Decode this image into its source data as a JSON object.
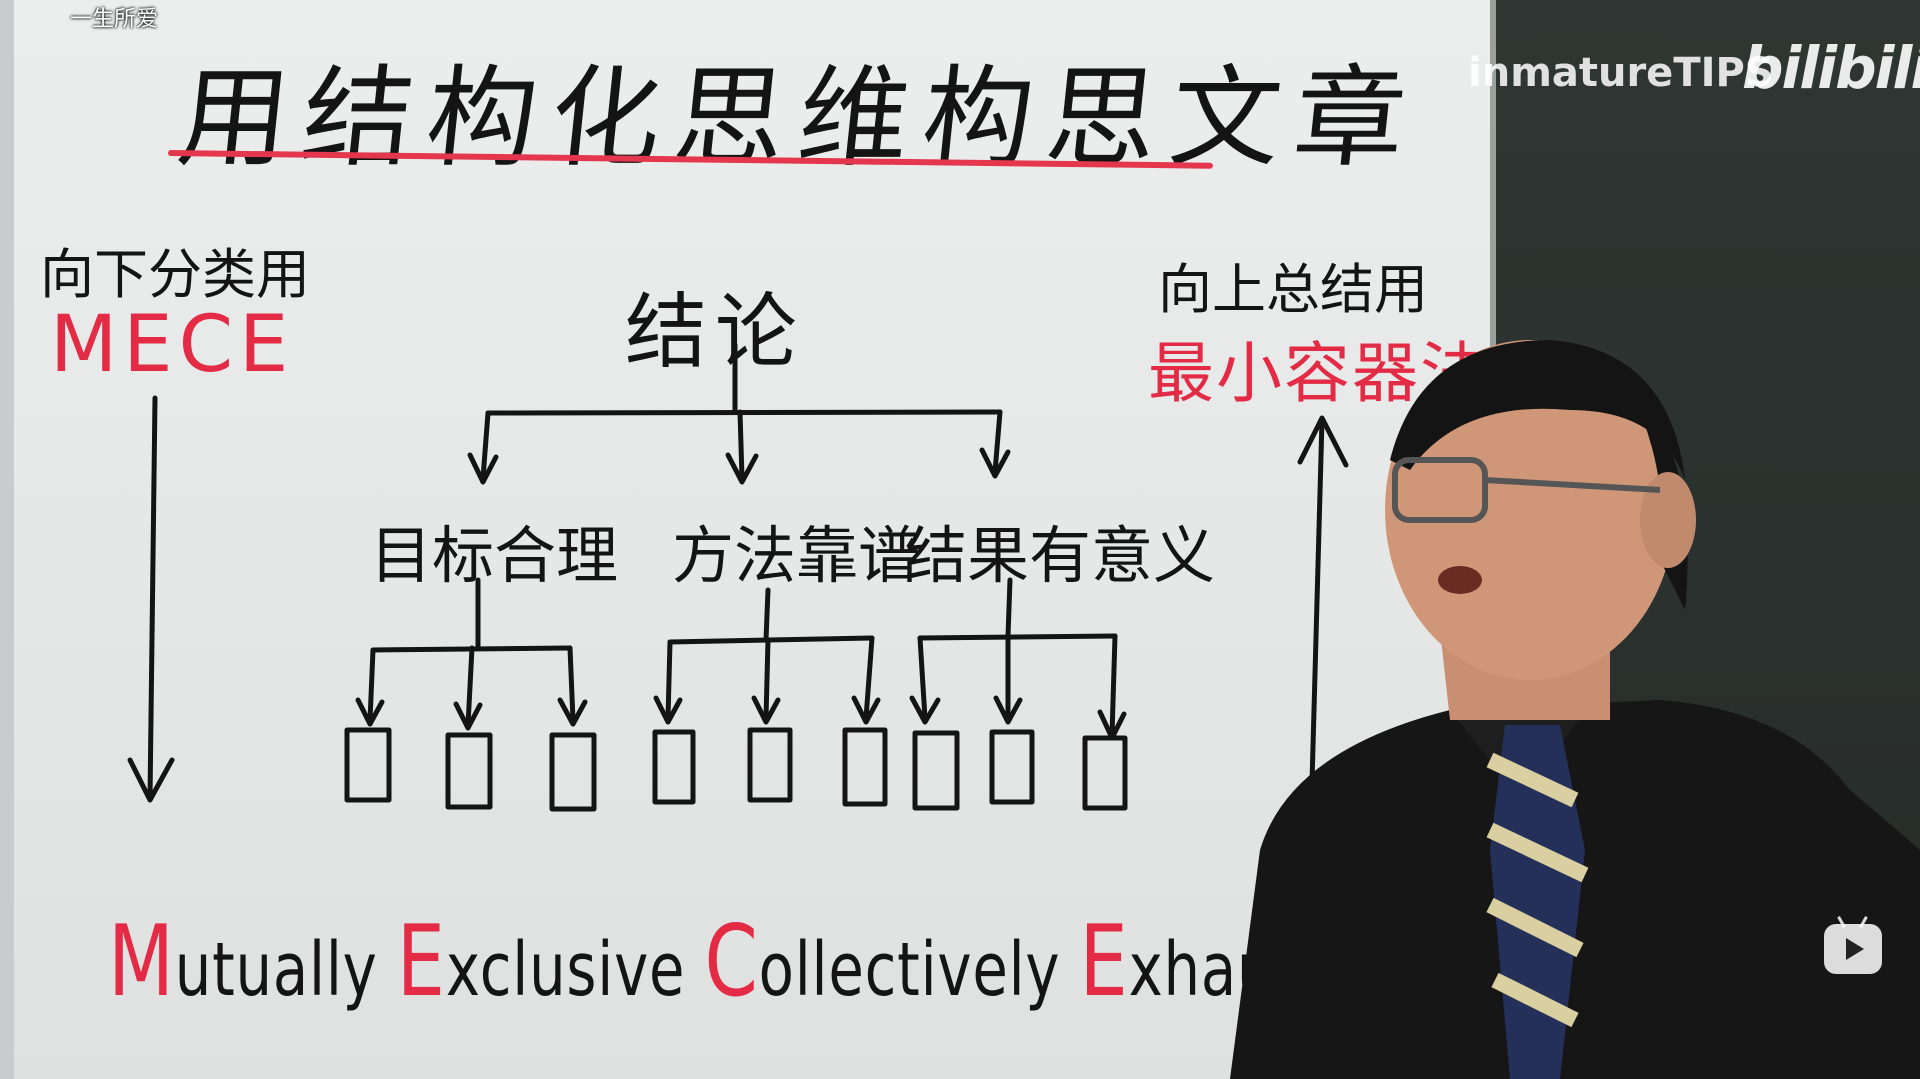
{
  "overlay": {
    "corner_tag": "一生所爱",
    "watermark_text": "inmatureTIPS",
    "platform_logo": "bilibili",
    "player_icon": "bilibili-tv-icon"
  },
  "board": {
    "title": "用结构化思维构思文章",
    "left_label": "向下分类用",
    "left_method": "MECE",
    "right_label": "向上总结用",
    "right_method": "最小容器法",
    "conclusion": "结论",
    "branches": [
      "目标合理",
      "方法靠谱",
      "结果有意义"
    ],
    "footer": {
      "w1_cap": "M",
      "w1_rest": "utually",
      "w2_cap": "E",
      "w2_rest": "xclusive",
      "w3_cap": "C",
      "w3_rest": "ollectively",
      "w4_cap": "E",
      "w4_rest": "xhaustive"
    }
  },
  "colors": {
    "accent_red": "#e42b45",
    "ink": "#141414",
    "whiteboard": "#e6e8e8",
    "chalkboard": "#2a302d"
  }
}
